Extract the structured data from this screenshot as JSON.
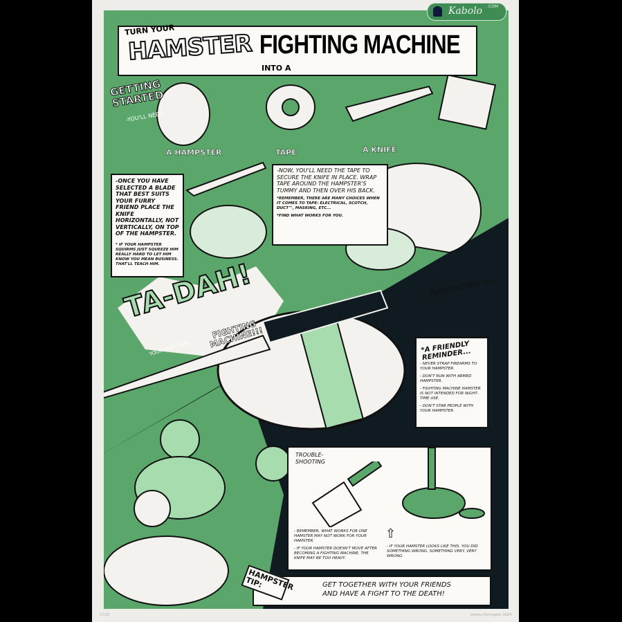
{
  "watermark": {
    "brand": "Kabolo",
    "suffix": ".COM"
  },
  "poster": {
    "title_small": "TURN YOUR",
    "title_hamster": "HAMSTER",
    "title_into": "INTO A",
    "title_main": "FIGHTING MACHINE",
    "getting_started": "GETTING STARTED",
    "you_need": "-YOU'LL NEED-",
    "items": [
      "A HAMPSTER",
      "TAPE",
      "A KNIFE"
    ],
    "step1": {
      "lead": "-ONCE",
      "text": "YOU HAVE SELECTED A BLADE THAT BEST SUITS YOUR FURRY FRIEND PLACE THE KNIFE HORIZONTALLY,",
      "emph": "NOT VERTICALLY,",
      "text2": "ON TOP OF THE HAMPSTER.",
      "note": "* IF YOUR HAMPSTER SQUIRMS JUST SQUEEZE HIM REALLY HARD TO LET HIM KNOW YOU MEAN BUSINESS. THAT'LL TEACH HIM."
    },
    "step2": {
      "text": "-NOW, YOU'LL NEED THE TAPE TO SECURE THE KNIFE IN PLACE. WRAP TAPE AROUND THE HAMPSTER'S TUMMY AND THEN OVER HIS BACK.",
      "note1": "*REMEMBER, THERE ARE MANY CHOICES WHEN IT COMES TO TAPE: ELECTRICAL, SCOTCH, DUCT™, MASKING, ETC...",
      "note2": "*FIND WHAT WORKS FOR YOU."
    },
    "signature": "PURRINGTON©.04",
    "tadah": "TA-DAH!",
    "your_very_own": "YOUR VERY OWN",
    "fighting_machine": "FIGHTING MACHINE!!!",
    "reminder": {
      "title": "*A FRIENDLY REMINDER...",
      "items": [
        "- NEVER STRAP FIREARMS TO YOUR HAMPSTER.",
        "- DON'T RUN WITH ARMED HAMPSTER.",
        "- FIGHTING MACHINE HAMSTER IS NOT INTENDED FOR NIGHT-TIME USE.",
        "- DON'T STAB PEOPLE WITH YOUR HAMPSTER."
      ]
    },
    "troubleshooting": {
      "title": "TROUBLE-SHOOTING",
      "left_notes": [
        "- REMEMBER, WHAT WORKS FOR ONE HAMSTER MAY NOT WORK FOR YOUR HAMSTER.",
        "- IF YOUR HAMSTER DOESN'T MOVE AFTER BECOMING A FIGHTING MACHINE, THE KNIFE MAY BE TOO HEAVY."
      ],
      "right_note": "- IF YOUR HAMSTER LOOKS LIKE THIS. YOU DID SOMETHING WRONG, SOMETHING VERY, VERY WRONG."
    },
    "tip": {
      "label": "HAMPSTER TIP:",
      "line1": "GET TOGETHER WITH YOUR FRIENDS",
      "line2": "AND HAVE A FIGHT TO THE DEATH!"
    }
  },
  "margin": {
    "edition": "17/25",
    "artist": "Jeremy Purrington 2004"
  },
  "colors": {
    "green": "#5aa66b",
    "dark": "#0f1b20",
    "paper": "#efedea",
    "light_green": "#a6dcae"
  }
}
